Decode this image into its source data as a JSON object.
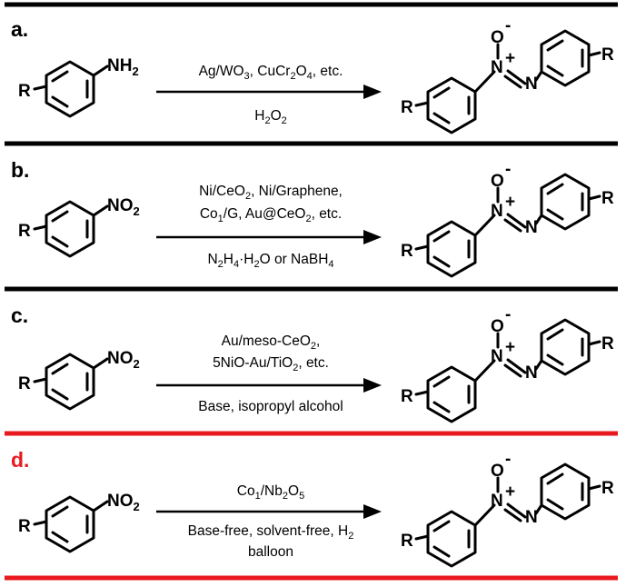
{
  "colors": {
    "divider": "#000000",
    "highlight": "#e8191f",
    "ink": "#000000"
  },
  "panels": [
    {
      "label": "a.",
      "reactant_group": "NH",
      "reactant_sub": "2",
      "substituent": "R",
      "above": [
        "Ag/WO",
        "3",
        ", CuCr",
        "2",
        "O",
        "4",
        ", etc."
      ],
      "below": [
        "H",
        "2",
        "O",
        "2"
      ],
      "product": {
        "o": "O",
        "minus": "-",
        "n1": "N",
        "plus": "+",
        "n2": "N",
        "r_left": "R",
        "r_right": "R"
      }
    },
    {
      "label": "b.",
      "reactant_group": "NO",
      "reactant_sub": "2",
      "substituent": "R",
      "above1": [
        "Ni/CeO",
        "2",
        ", Ni/Graphene,"
      ],
      "above2": [
        "Co",
        "1",
        "/G, Au@CeO",
        "2",
        ", etc."
      ],
      "below": [
        "N",
        "2",
        "H",
        "4",
        "·H",
        "",
        "2",
        "O or NaBH",
        "4"
      ],
      "product": {
        "o": "O",
        "minus": "-",
        "n1": "N",
        "plus": "+",
        "n2": "N",
        "r_left": "R",
        "r_right": "R"
      }
    },
    {
      "label": "c.",
      "reactant_group": "NO",
      "reactant_sub": "2",
      "substituent": "R",
      "above1": [
        "Au/meso-CeO",
        "2",
        ","
      ],
      "above2": [
        "5NiO-Au/TiO",
        "2",
        ", etc."
      ],
      "below": "Base, isopropyl alcohol",
      "product": {
        "o": "O",
        "minus": "-",
        "n1": "N",
        "plus": "+",
        "n2": "N",
        "r_left": "R",
        "r_right": "R"
      }
    },
    {
      "label": "d.",
      "reactant_group": "NO",
      "reactant_sub": "2",
      "substituent": "R",
      "above": [
        "Co",
        "1",
        "/Nb",
        "2",
        "O",
        "5"
      ],
      "below1": [
        "Base-free, solvent-free, H",
        "2"
      ],
      "below2": "balloon",
      "product": {
        "o": "O",
        "minus": "-",
        "n1": "N",
        "plus": "+",
        "n2": "N",
        "r_left": "R",
        "r_right": "R"
      }
    }
  ]
}
